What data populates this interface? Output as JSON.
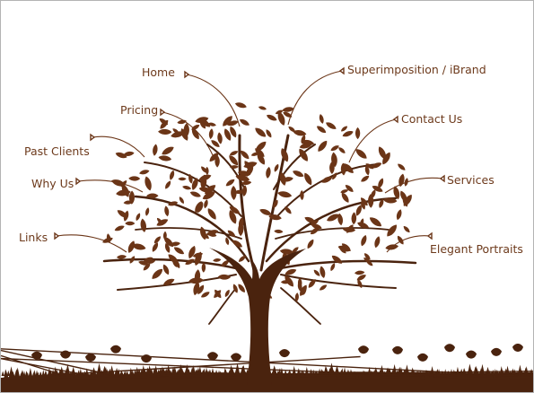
{
  "colors": {
    "brown": "#6b3517",
    "dark_brown": "#4a230e",
    "text": "#6d3a1c",
    "border": "#b3b3b3",
    "background": "#ffffff"
  },
  "artwork": {
    "subject": "tree-navigation-illustration"
  },
  "nav": {
    "home": "Home",
    "superimposition": "Superimposition / iBrand",
    "pricing": "Pricing",
    "contact_us": "Contact Us",
    "past_clients": "Past Clients",
    "why_us": "Why Us",
    "services": "Services",
    "links": "Links",
    "elegant_portraits": "Elegant Portraits"
  }
}
